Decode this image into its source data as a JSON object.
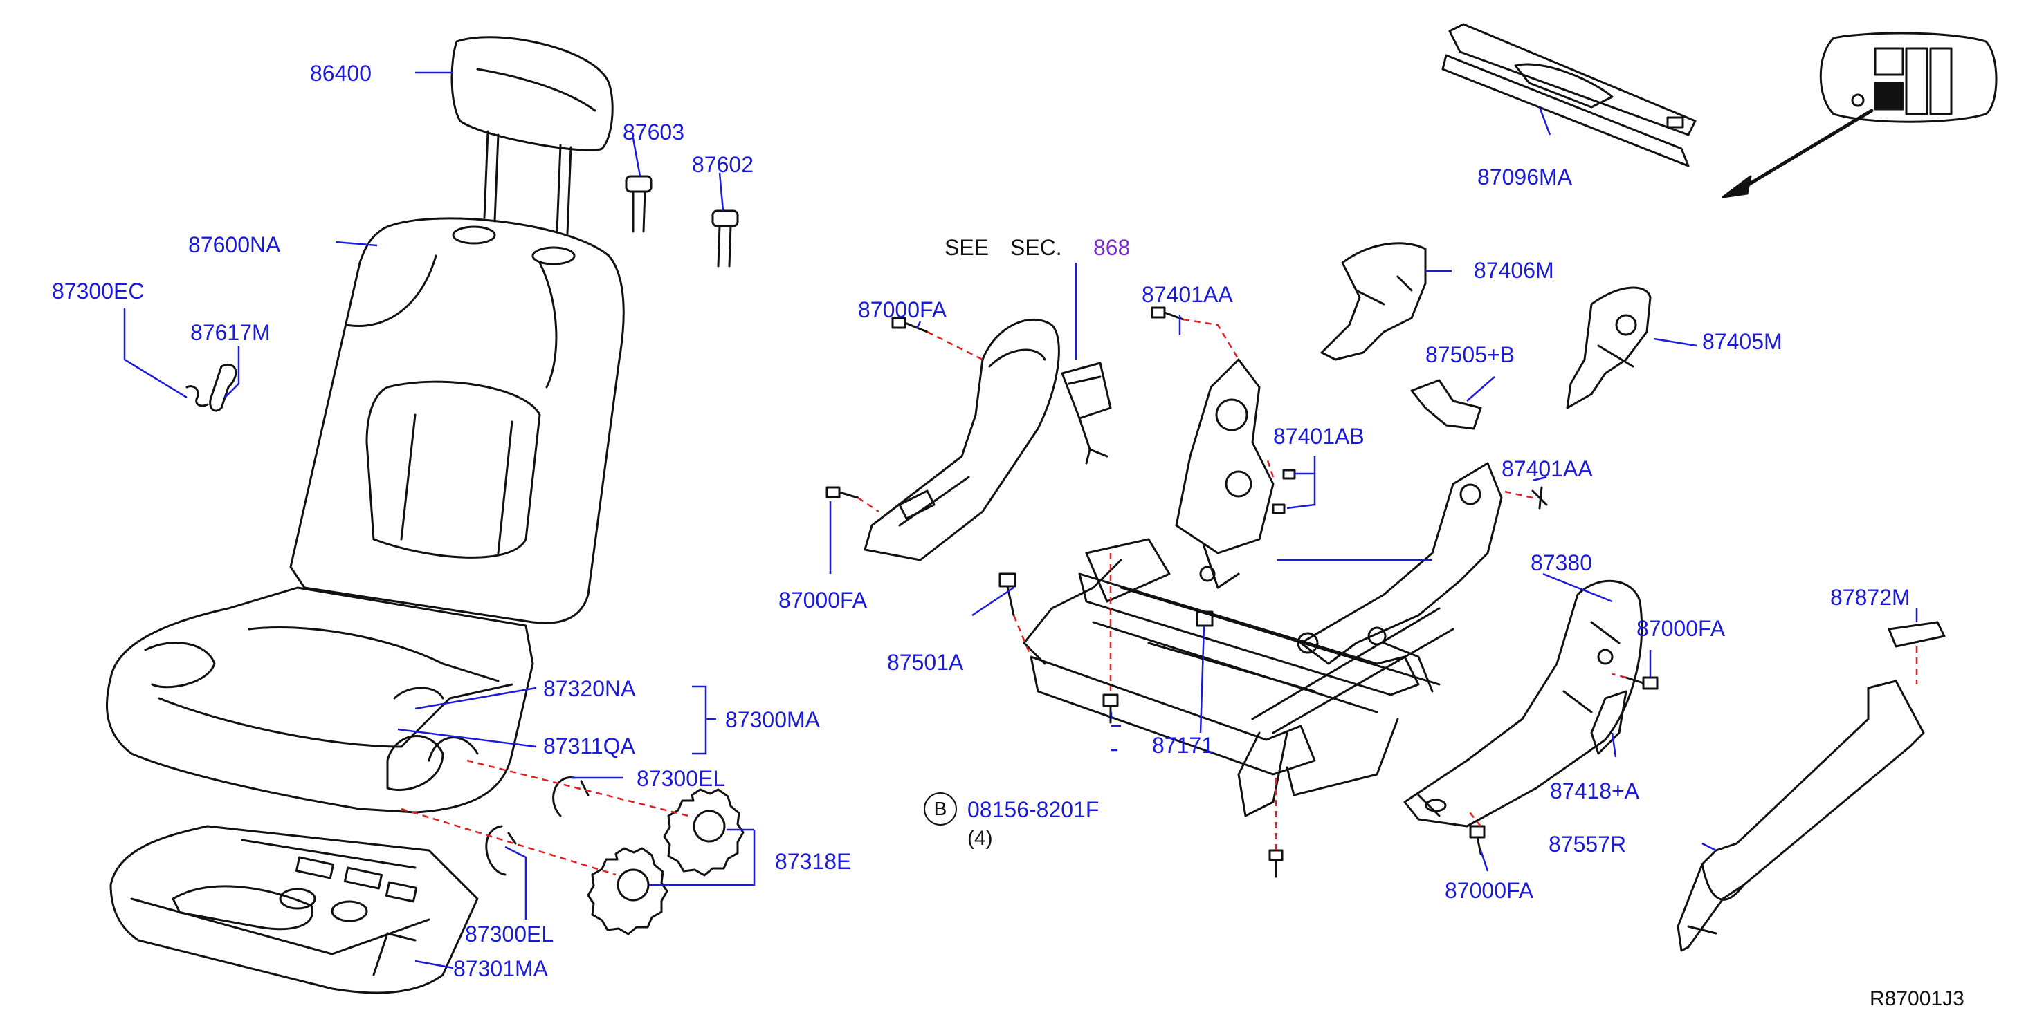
{
  "diagram": {
    "labels": {
      "p86400": "86400",
      "p87603": "87603",
      "p87602": "87602",
      "p87600NA": "87600NA",
      "p87300EC": "87300EC",
      "p87617M": "87617M",
      "p87320NA": "87320NA",
      "p87311QA": "87311QA",
      "p87300MA": "87300MA",
      "p87300EL_a": "87300EL",
      "p87318E": "87318E",
      "p87300EL_b": "87300EL",
      "p87301MA": "87301MA",
      "see": "SEE",
      "sec": "SEC.",
      "sec_num": "868",
      "p87000FA_a": "87000FA",
      "p87000FA_b": "87000FA",
      "p87501A": "87501A",
      "p87401AA_a": "87401AA",
      "p87401AB": "87401AB",
      "p87401AA_b": "87401AA",
      "p87406M": "87406M",
      "p87505B": "87505+B",
      "p87405M": "87405M",
      "p87096MA": "87096MA",
      "p87380": "87380",
      "p87000FA_c": "87000FA",
      "p87418A": "87418+A",
      "p87000FA_d": "87000FA",
      "p87557R": "87557R",
      "p87872M": "87872M",
      "p87171": "87171",
      "bolt_circle": "B",
      "bolt_code": "08156-8201F",
      "bolt_qty": "(4)",
      "diagram_code": "R87001J3"
    }
  }
}
